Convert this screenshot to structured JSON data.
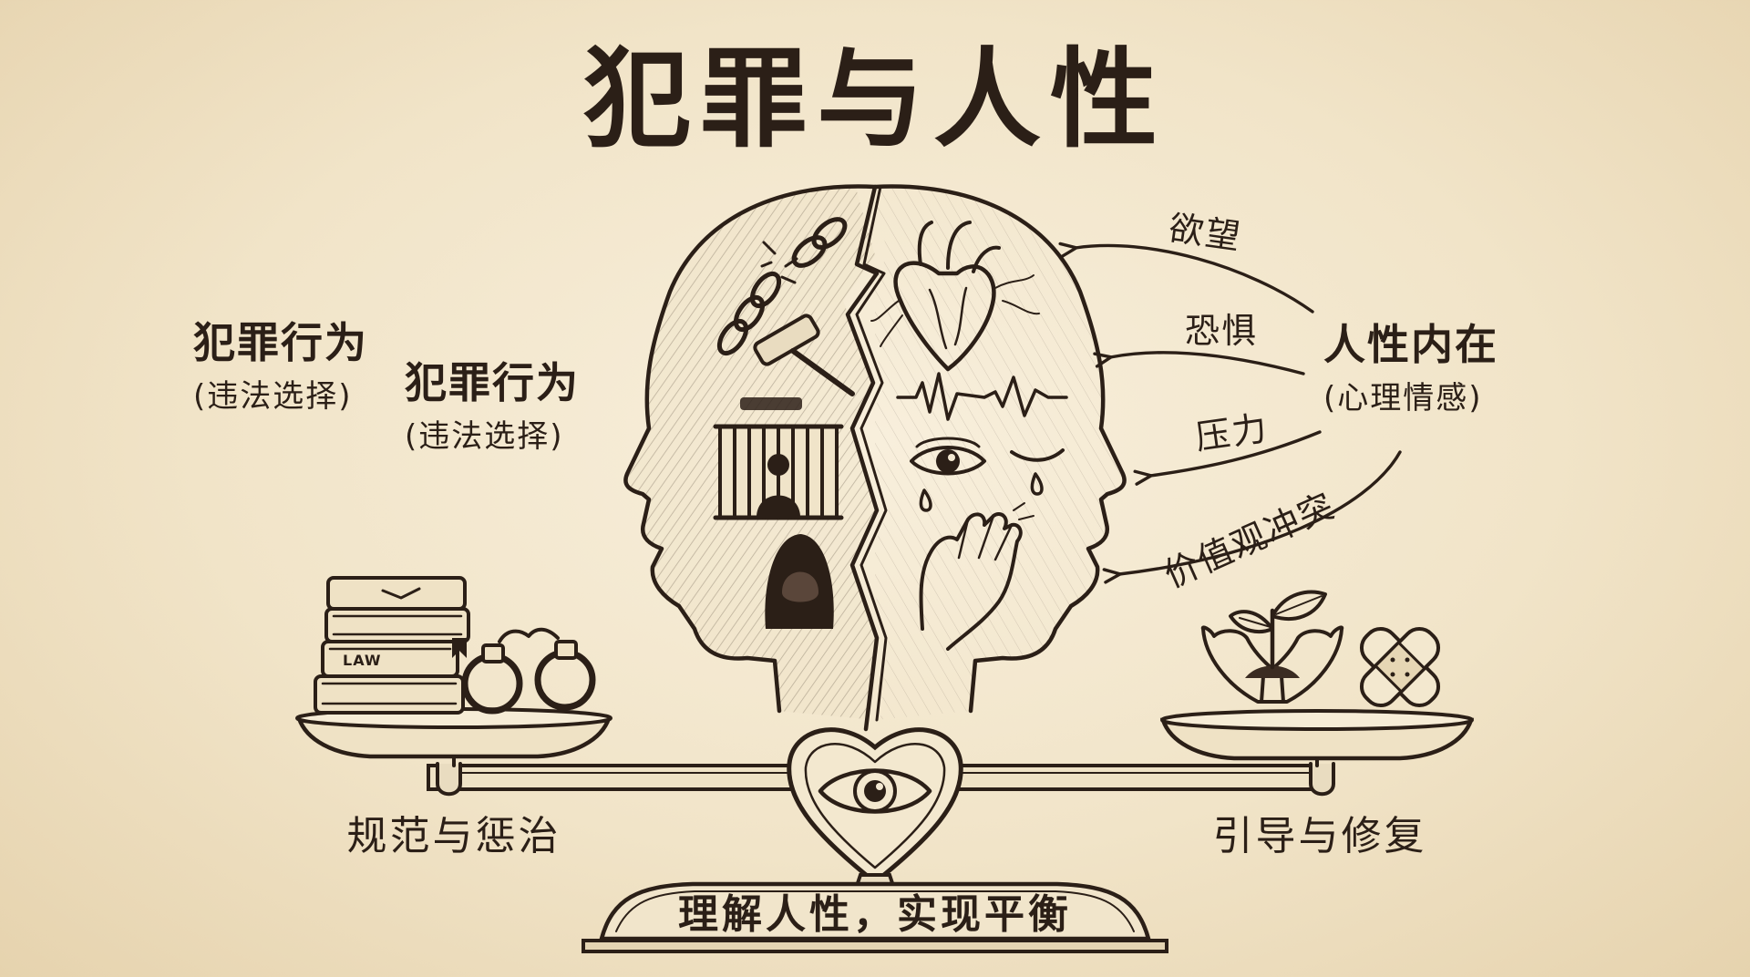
{
  "title": "犯罪与人性",
  "left_labels": [
    {
      "main": "犯罪行为",
      "sub": "(违法选择)"
    },
    {
      "main": "犯罪行为",
      "sub": "(违法选择)"
    }
  ],
  "right_label": {
    "main": "人性内在",
    "sub": "(心理情感)"
  },
  "inner_factors": [
    "欲望",
    "恐惧",
    "压力",
    "价值观冲突"
  ],
  "scale": {
    "left_pan_label": "规范与惩治",
    "right_pan_label": "引导与修复",
    "base_label": "理解人性，实现平衡",
    "book_text": "LAW"
  },
  "icons": {
    "left_head_half": [
      "broken-chain-icon",
      "gavel-icon",
      "prison-bars-icon",
      "hooded-figure-icon"
    ],
    "right_head_half": [
      "anatomical-heart-icon",
      "heartbeat-line-icon",
      "crying-eye-icon",
      "hand-on-face-icon"
    ],
    "left_pan": [
      "law-books-icon",
      "handcuffs-icon"
    ],
    "right_pan": [
      "hands-holding-sprout-icon",
      "bandage-icon"
    ],
    "center": [
      "heart-eye-icon"
    ]
  },
  "colors": {
    "ink": "#2b1f17",
    "paper": "#f4e9d2",
    "paper_edge": "#e6d3ae"
  }
}
